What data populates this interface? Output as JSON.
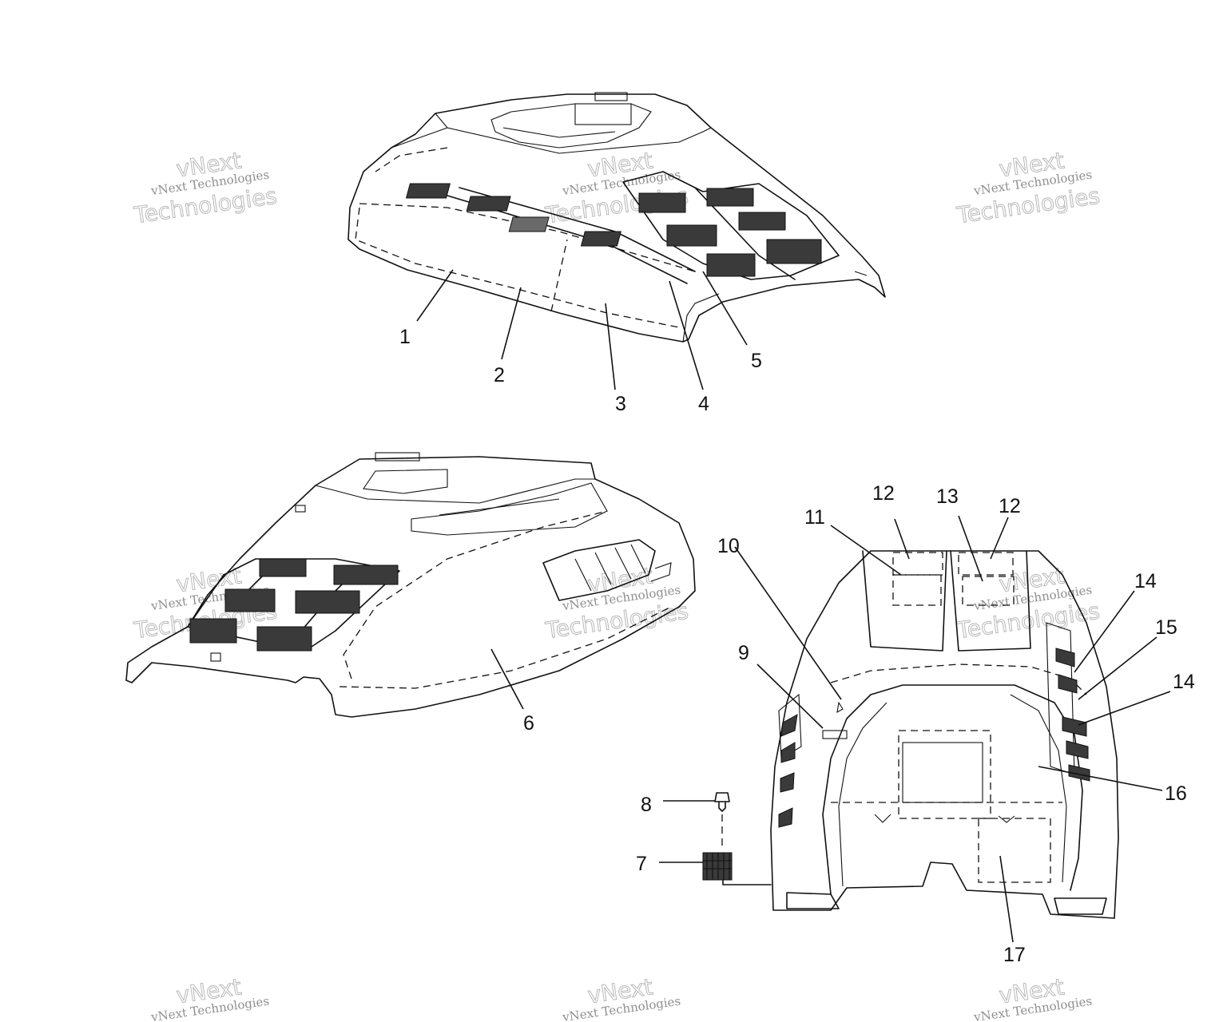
{
  "callouts": [
    {
      "id": "c1",
      "label": "1"
    },
    {
      "id": "c2",
      "label": "2"
    },
    {
      "id": "c3",
      "label": "3"
    },
    {
      "id": "c4",
      "label": "4"
    },
    {
      "id": "c5",
      "label": "5"
    },
    {
      "id": "c6",
      "label": "6"
    },
    {
      "id": "c7",
      "label": "7"
    },
    {
      "id": "c8",
      "label": "8"
    },
    {
      "id": "c9",
      "label": "9"
    },
    {
      "id": "c10",
      "label": "10"
    },
    {
      "id": "c11",
      "label": "11"
    },
    {
      "id": "c12a",
      "label": "12"
    },
    {
      "id": "c13",
      "label": "13"
    },
    {
      "id": "c12b",
      "label": "12"
    },
    {
      "id": "c14a",
      "label": "14"
    },
    {
      "id": "c15",
      "label": "15"
    },
    {
      "id": "c14b",
      "label": "14"
    },
    {
      "id": "c16",
      "label": "16"
    },
    {
      "id": "c17",
      "label": "17"
    }
  ],
  "watermark": {
    "line1": "vNext Technologies",
    "outline_top": "vNext",
    "outline_bottom": "Technologies"
  }
}
